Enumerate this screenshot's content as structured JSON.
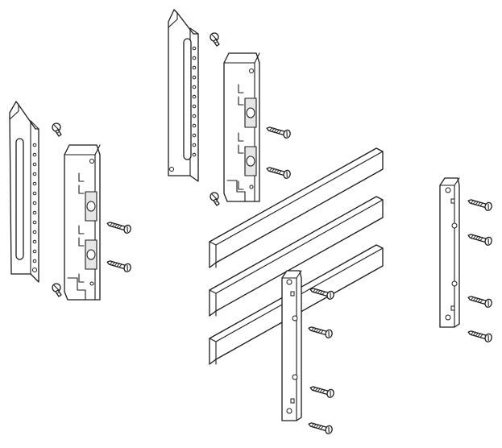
{
  "diagram": {
    "style": "monochrome technical line drawing (exploded view)",
    "colors": {
      "line": "#1a1a1a",
      "fill": "#ffffff",
      "shade": "#e6e6e6"
    },
    "parts": [
      {
        "kind": "rail-bracket",
        "count": 2
      },
      {
        "kind": "clamp-block",
        "count": 2
      },
      {
        "kind": "flat-bar",
        "count": 3
      },
      {
        "kind": "spacer-strip",
        "count": 2
      },
      {
        "kind": "screw",
        "count": 16
      }
    ]
  }
}
